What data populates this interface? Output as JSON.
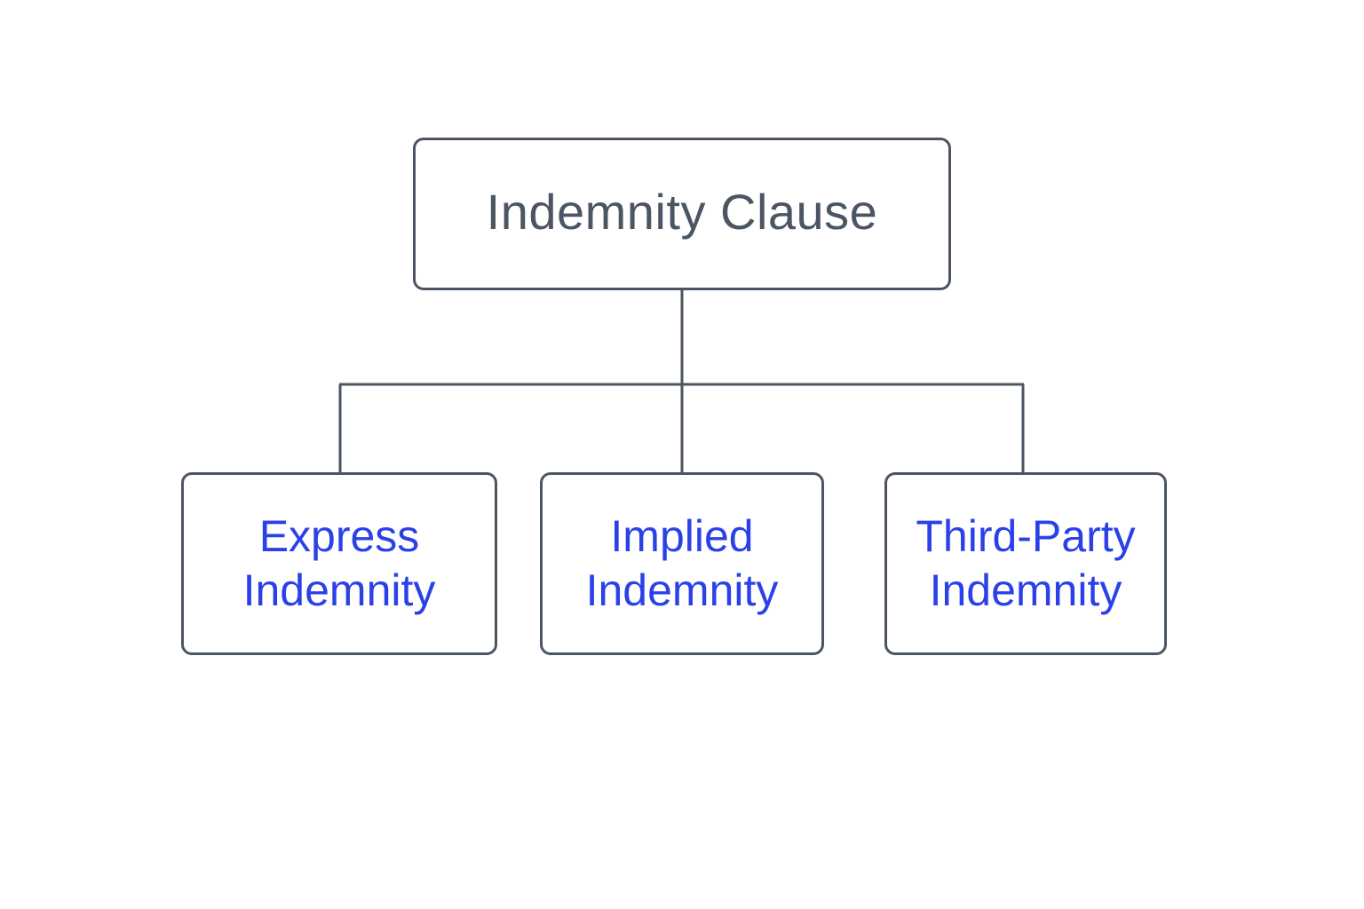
{
  "diagram": {
    "root": {
      "label": "Indemnity Clause"
    },
    "children": [
      {
        "label": "Express\nIndemnity"
      },
      {
        "label": "Implied\nIndemnity"
      },
      {
        "label": "Third-Party\nIndemnity"
      }
    ],
    "colors": {
      "stroke": "#4b5563",
      "root_text": "#4b5563",
      "child_text": "#2b41e8",
      "background": "#ffffff"
    }
  }
}
